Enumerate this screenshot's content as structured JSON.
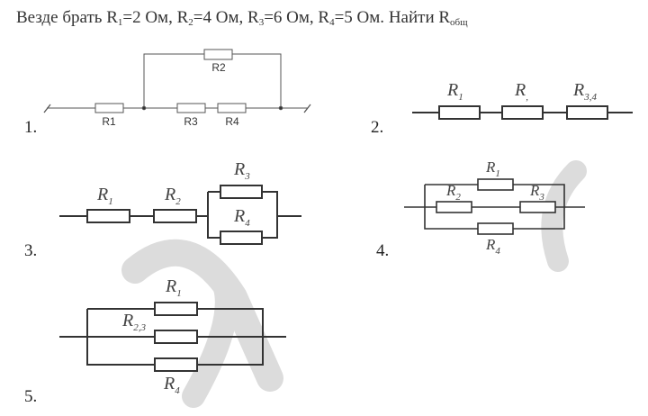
{
  "problem": {
    "intro": "Везде брать ",
    "parts": [
      {
        "symbol": "R",
        "sub": "1",
        "value": "=2 Ом, "
      },
      {
        "symbol": "R",
        "sub": "2",
        "value": "=4 Ом, "
      },
      {
        "symbol": "R",
        "sub": "3",
        "value": "=6 Ом, "
      },
      {
        "symbol": "R",
        "sub": "4",
        "value": "=5 Ом. "
      }
    ],
    "task": "Найти ",
    "target_symbol": "R",
    "target_sub": "общ"
  },
  "diagrams": [
    {
      "number": "1.",
      "labels": [
        "R1",
        "R2",
        "R3",
        "R4"
      ]
    },
    {
      "number": "2.",
      "labels": [
        {
          "main": "R",
          "sub": "1"
        },
        {
          "main": "R",
          "sub": ","
        },
        {
          "main": "R",
          "sub": "3,4"
        }
      ]
    },
    {
      "number": "3.",
      "labels": [
        {
          "main": "R",
          "sub": "1"
        },
        {
          "main": "R",
          "sub": "2"
        },
        {
          "main": "R",
          "sub": "3"
        },
        {
          "main": "R",
          "sub": "4"
        }
      ]
    },
    {
      "number": "4.",
      "labels": [
        {
          "main": "R",
          "sub": "1"
        },
        {
          "main": "R",
          "sub": "2"
        },
        {
          "main": "R",
          "sub": "3"
        },
        {
          "main": "R",
          "sub": "4"
        }
      ]
    },
    {
      "number": "5.",
      "labels": [
        {
          "main": "R",
          "sub": "1"
        },
        {
          "main": "R",
          "sub": "2,3"
        },
        {
          "main": "R",
          "sub": "4"
        }
      ]
    }
  ],
  "colors": {
    "wire": "#333333",
    "watermark": "#d9d9d9"
  }
}
